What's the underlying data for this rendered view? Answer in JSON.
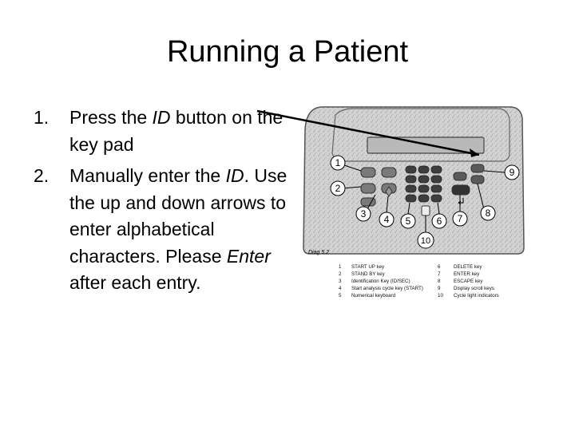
{
  "slide": {
    "title": "Running a Patient",
    "steps": [
      {
        "number": "1.",
        "parts": [
          {
            "text": "Press the ",
            "italic": false
          },
          {
            "text": "ID",
            "italic": true
          },
          {
            "text": " button on the key pad",
            "italic": false
          }
        ]
      },
      {
        "number": "2.",
        "parts": [
          {
            "text": "Manually enter the ",
            "italic": false
          },
          {
            "text": "ID",
            "italic": true
          },
          {
            "text": ". Use the up and down arrows to enter alphabetical characters. Please ",
            "italic": false
          },
          {
            "text": "Enter",
            "italic": true
          },
          {
            "text": " after each entry.",
            "italic": false
          }
        ]
      }
    ]
  },
  "figure": {
    "caption": "Diag 5.2",
    "callouts": [
      "1",
      "2",
      "3",
      "4",
      "5",
      "6",
      "7",
      "8",
      "9",
      "10"
    ],
    "legend_left": [
      {
        "num": "1",
        "text": "START UP key"
      },
      {
        "num": "2",
        "text": "STAND BY key"
      },
      {
        "num": "3",
        "text": "Identification Key (ID/SEC)"
      },
      {
        "num": "4",
        "text": "Start analysis cycle key (START)"
      },
      {
        "num": "5",
        "text": "Numerical keyboard"
      }
    ],
    "legend_right": [
      {
        "num": "6",
        "text": "DELETE key"
      },
      {
        "num": "7",
        "text": "ENTER key"
      },
      {
        "num": "8",
        "text": "ESCAPE key"
      },
      {
        "num": "9",
        "text": "Display scroll keys"
      },
      {
        "num": "10",
        "text": "Cycle light indicators"
      }
    ]
  }
}
